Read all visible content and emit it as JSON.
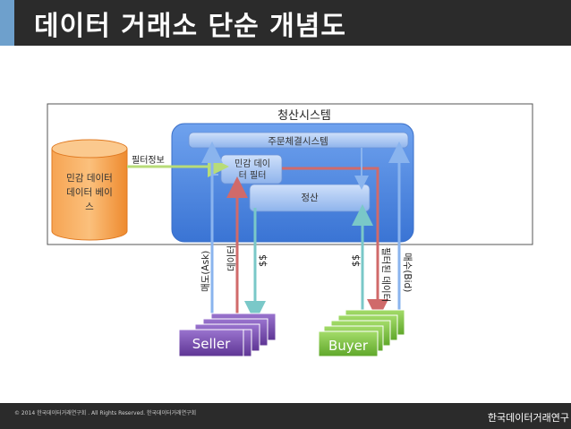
{
  "title": "데이터 거래소 단순 개념도",
  "footer": {
    "copyright": "© 2014 한국데이터거래연구회 .  All Rights Reserved.  한국데이터거래연구회",
    "org": "한국데이터거래연구"
  },
  "diagram": {
    "settlement_system": "청산시스템",
    "order_matching": "주문체결시스템",
    "sensitive_filter_line1": "민감 데이",
    "sensitive_filter_line2": "터 필터",
    "settlement": "정산",
    "sensitive_db_line1": "민감 데이터",
    "sensitive_db_line2": "데이터 베이",
    "sensitive_db_line3": "스",
    "filter_info": "필터정보",
    "ask": "매도(Ask)",
    "data": "데이터",
    "dollar_seller": "$$",
    "dollar_buyer": "$$",
    "filtered_data": "필터된 데이터",
    "bid": "매수(Bid)",
    "seller": "Seller",
    "buyer": "Buyer"
  },
  "colors": {
    "header_bg": "#2b2b2b",
    "accent": "#6ea0cc",
    "system_blue": "#4a84e0",
    "db_orange": "#f79a3a",
    "seller_purple": "#7a4fb0",
    "buyer_green": "#7cc23e",
    "arrow_blue": "#8ab4ee",
    "arrow_red": "#d06a6a",
    "arrow_green": "#b8dc78",
    "arrow_teal": "#7ac8c8"
  }
}
